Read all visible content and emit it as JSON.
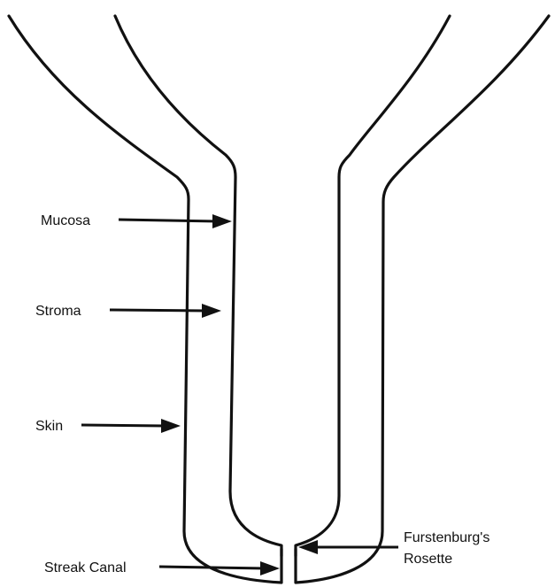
{
  "diagram": {
    "labels": {
      "mucosa": "Mucosa",
      "stroma": "Stroma",
      "skin": "Skin",
      "streak_canal": "Streak Canal",
      "rosette_line1": "Furstenburg's",
      "rosette_line2": "Rosette"
    }
  },
  "colors": {
    "line": "#111111",
    "background": "#ffffff"
  }
}
